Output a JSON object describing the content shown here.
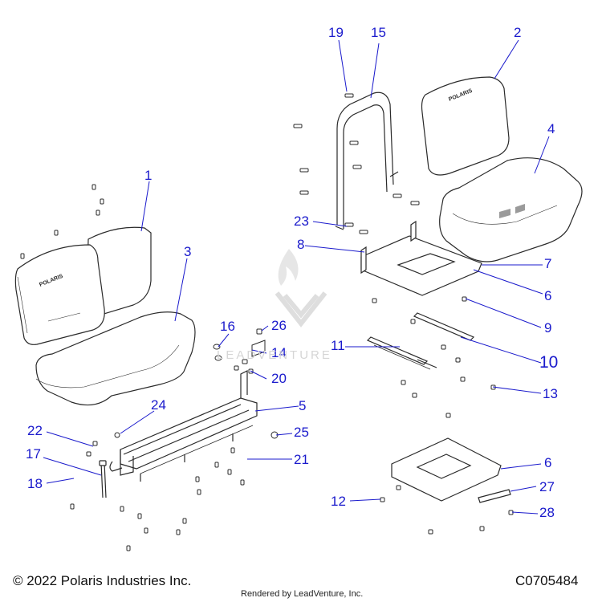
{
  "callouts": [
    "1",
    "2",
    "3",
    "4",
    "5",
    "6",
    "7",
    "8",
    "9",
    "10",
    "11",
    "12",
    "13",
    "14",
    "15",
    "16",
    "17",
    "18",
    "19",
    "20",
    "21",
    "22",
    "23",
    "24",
    "25",
    "26",
    "27",
    "28",
    "6"
  ],
  "footer": {
    "copyright": "© 2022 Polaris Industries Inc.",
    "diagram_id": "C0705484",
    "rendered_by": "Rendered by LeadVenture, Inc."
  },
  "watermark": {
    "text": "LEADVENTURE"
  },
  "brand_logo_text": "POLARIS",
  "colors": {
    "callout": "#1a1acc",
    "line": "#2a2a2a",
    "leader": "#1a1acc"
  }
}
